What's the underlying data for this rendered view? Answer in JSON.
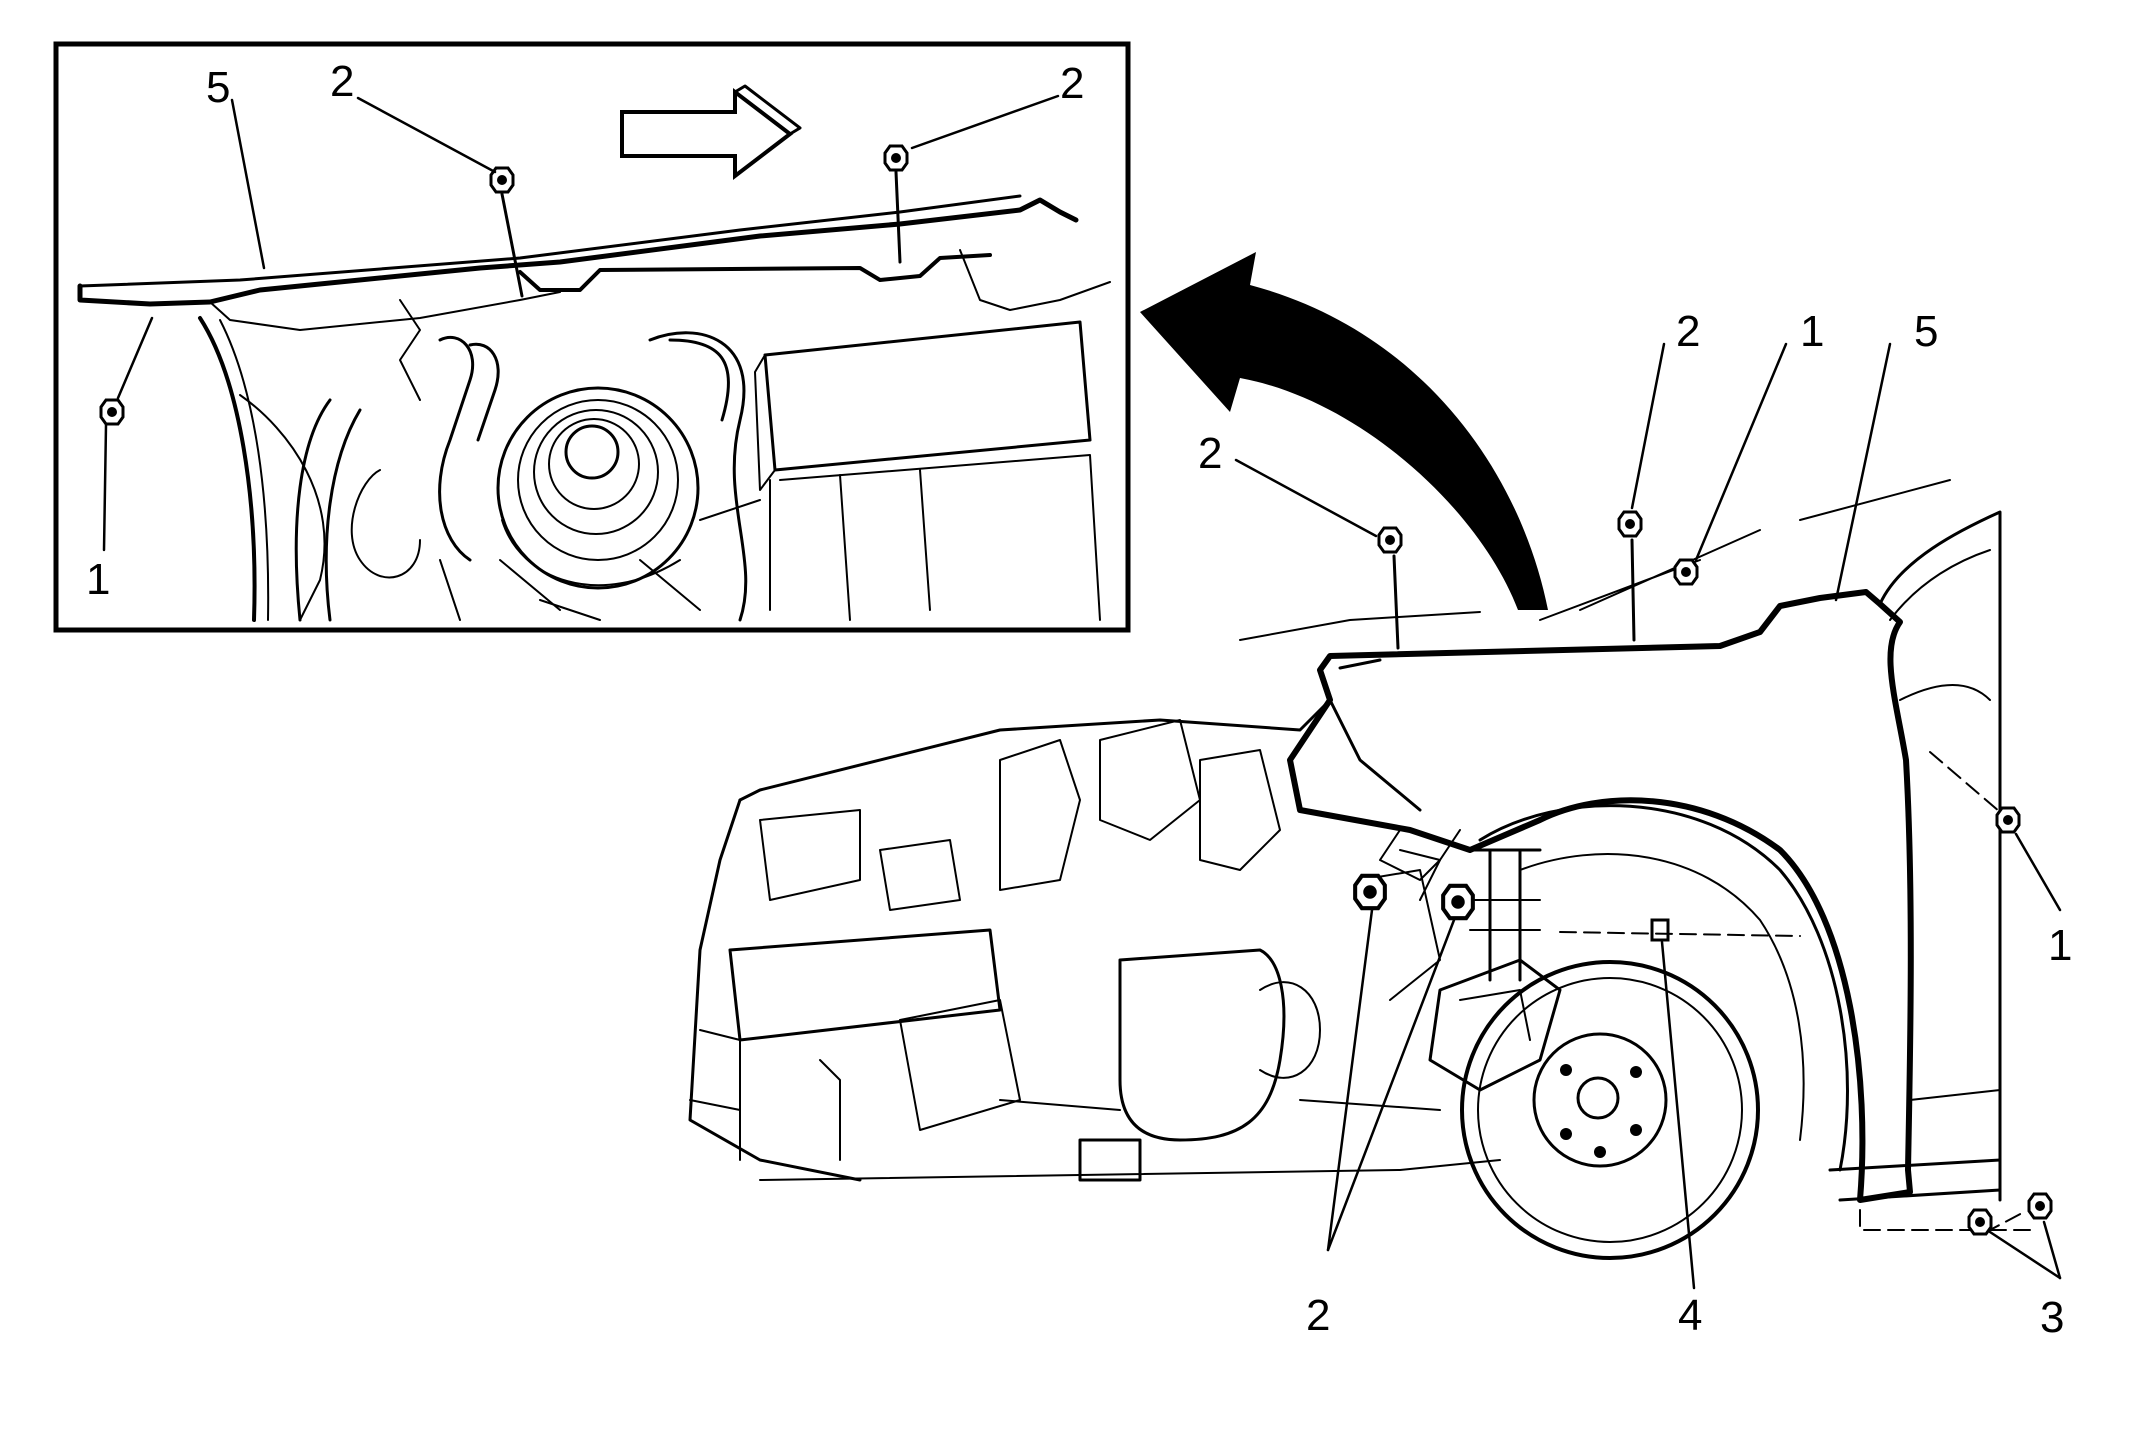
{
  "diagram": {
    "inset": {
      "callouts": {
        "c1": "1",
        "c2a": "2",
        "c2b": "2",
        "c5": "5"
      }
    },
    "main": {
      "callouts": {
        "c2_top_left": "2",
        "c2_top_mid": "2",
        "c1_top": "1",
        "c5_top": "5",
        "c1_right": "1",
        "c2_bottom": "2",
        "c4_bottom": "4",
        "c3_bottom": "3"
      }
    },
    "colors": {
      "line": "#000000",
      "background": "#ffffff"
    },
    "icons": [
      "bolt-icon",
      "right-arrow-icon",
      "curved-arrow-icon"
    ]
  }
}
